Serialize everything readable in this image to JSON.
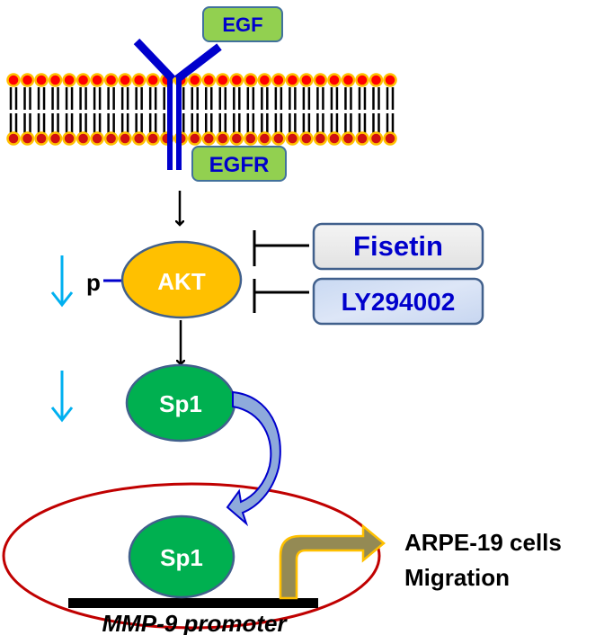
{
  "diagram": {
    "ligand": {
      "label": "EGF"
    },
    "receptor": {
      "label": "EGFR"
    },
    "membrane": {
      "name": "lipid bilayer",
      "head_count": 28
    },
    "kinase": {
      "label": "AKT",
      "phospho_label": "p"
    },
    "inhibitors": [
      {
        "label": "Fisetin"
      },
      {
        "label": "LY294002"
      }
    ],
    "transcription_factor": {
      "label": "Sp1",
      "nuclear_label": "Sp1"
    },
    "promoter": {
      "label": "MMP-9 promoter"
    },
    "outcome": {
      "line1": "ARPE-19 cells",
      "line2": "Migration"
    },
    "colors": {
      "receptor": "#0000cc",
      "tag_fill": "#92d050",
      "tag_text": "#0000cc",
      "akt_fill": "#ffc000",
      "sp1_fill": "#00b050",
      "node_border": "#41608c",
      "decrease_arrow": "#00b0f0",
      "nucleus": "#c00000",
      "lipid_head": "#ff0000",
      "lipid_head_ring": "#ffc000",
      "output_arrow": "#948a54"
    }
  }
}
